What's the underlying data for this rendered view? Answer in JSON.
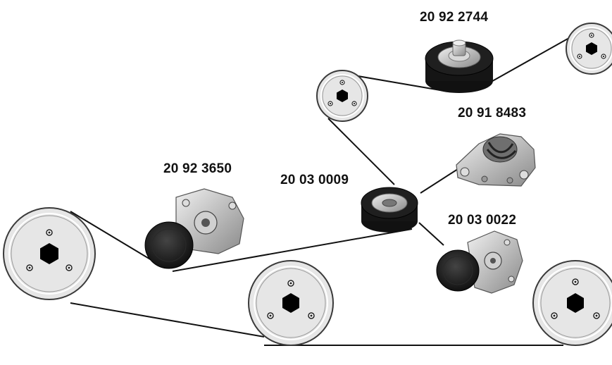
{
  "part_numbers": {
    "idler_pulley_top": "20 92 2744",
    "tensioner_upper_right": "20 91 8483",
    "tensioner_left": "20 92 3650",
    "idler_pulley_center": "20 03 0009",
    "tensioner_lower_right": "20 03 0022"
  },
  "colors": {
    "background": "#ffffff",
    "line": "#111111",
    "pulley_face": "#e6e6e6",
    "pulley_rim": "#3a3a3a",
    "hub": "#000000",
    "roller": "#1c1c1c",
    "metal": "#c9c9c9"
  },
  "icons": {
    "pulley": "pulley-icon",
    "hub": "hex-hub-icon",
    "roller": "roller-icon",
    "tensioner": "tensioner-icon"
  }
}
